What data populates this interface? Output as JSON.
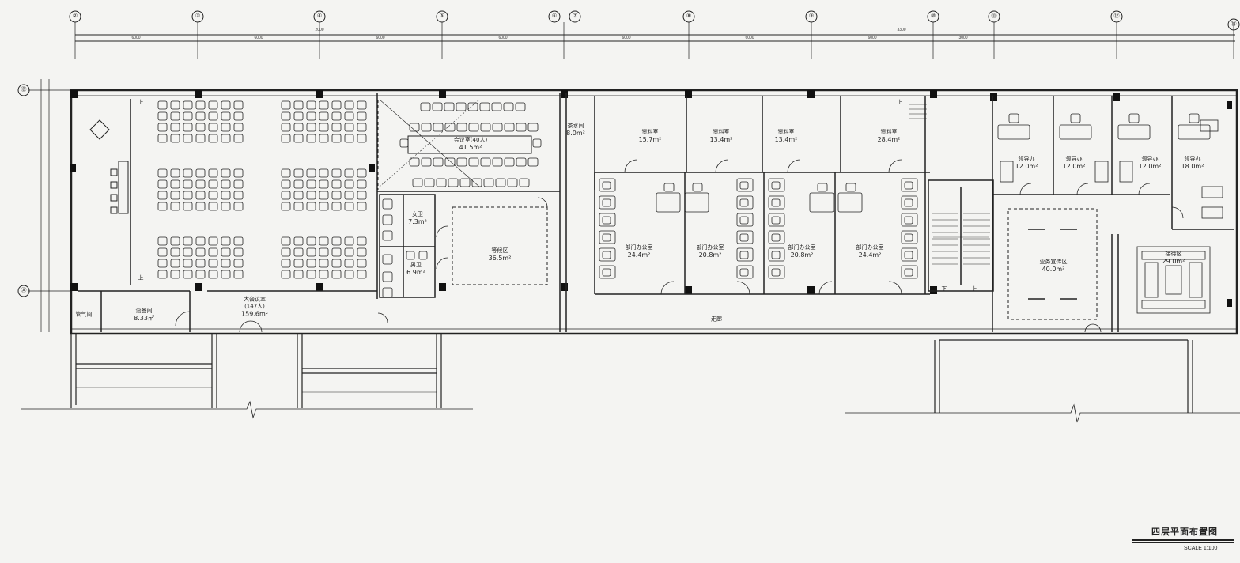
{
  "drawing": {
    "title": "四层平面布置图",
    "scale": "SCALE 1:100"
  },
  "axes": {
    "vertical": [
      "②",
      "③",
      "④",
      "⑤",
      "⑥",
      "⑦",
      "⑧",
      "⑨",
      "⑩",
      "⑪",
      "⑫",
      "⑬"
    ],
    "horizontal": [
      "Ⓑ",
      "Ⓐ"
    ]
  },
  "dimensions": {
    "overall": "3300",
    "d1": "6000",
    "d2": "2000",
    "d3": "6000",
    "d4": "6000",
    "d5": "6000",
    "d6": "6000",
    "d7": "6000",
    "d8": "3000",
    "d9": "6000"
  },
  "rooms": {
    "conference_hall": {
      "name": "大会议室",
      "capacity": "(147人)",
      "area": "159.6m²"
    },
    "meeting_room": {
      "name": "会议室(40人)",
      "area": "41.5m²"
    },
    "equipment_room": {
      "name": "设备间",
      "area": "8.33㎡"
    },
    "pipe_shaft": {
      "name": "管气间"
    },
    "tea_room": {
      "name": "茶水间",
      "area": "8.0m²"
    },
    "women_wc": {
      "name": "女卫",
      "area": "7.3m²"
    },
    "men_wc": {
      "name": "男卫",
      "area": "6.9m²"
    },
    "waiting_area": {
      "name": "等候区",
      "area": "36.5m²"
    },
    "archive_1": {
      "name": "资料室",
      "area": "15.7m²"
    },
    "archive_2": {
      "name": "资料室",
      "area": "13.4m²"
    },
    "archive_3": {
      "name": "资料室",
      "area": "13.4m²"
    },
    "archive_4": {
      "name": "资料室",
      "area": "28.4m²"
    },
    "dept_office_1": {
      "name": "部门办公室",
      "area": "24.4m²"
    },
    "dept_office_2": {
      "name": "部门办公室",
      "area": "20.8m²"
    },
    "dept_office_3": {
      "name": "部门办公室",
      "area": "20.8m²"
    },
    "dept_office_4": {
      "name": "部门办公室",
      "area": "24.4m²"
    },
    "corridor": {
      "name": "走廊"
    },
    "leader_1": {
      "name": "领导办",
      "area": "12.0m²"
    },
    "leader_2": {
      "name": "领导办",
      "area": "12.0m²"
    },
    "leader_3": {
      "name": "领导办",
      "area": "12.0m²"
    },
    "leader_4": {
      "name": "领导办",
      "area": "18.0m²"
    },
    "reception": {
      "name": "接待区",
      "area": "29.0m²"
    },
    "business_area": {
      "name": "业务宣传区",
      "area": "40.0m²"
    }
  },
  "stairs": {
    "up": "上",
    "down": "下"
  }
}
